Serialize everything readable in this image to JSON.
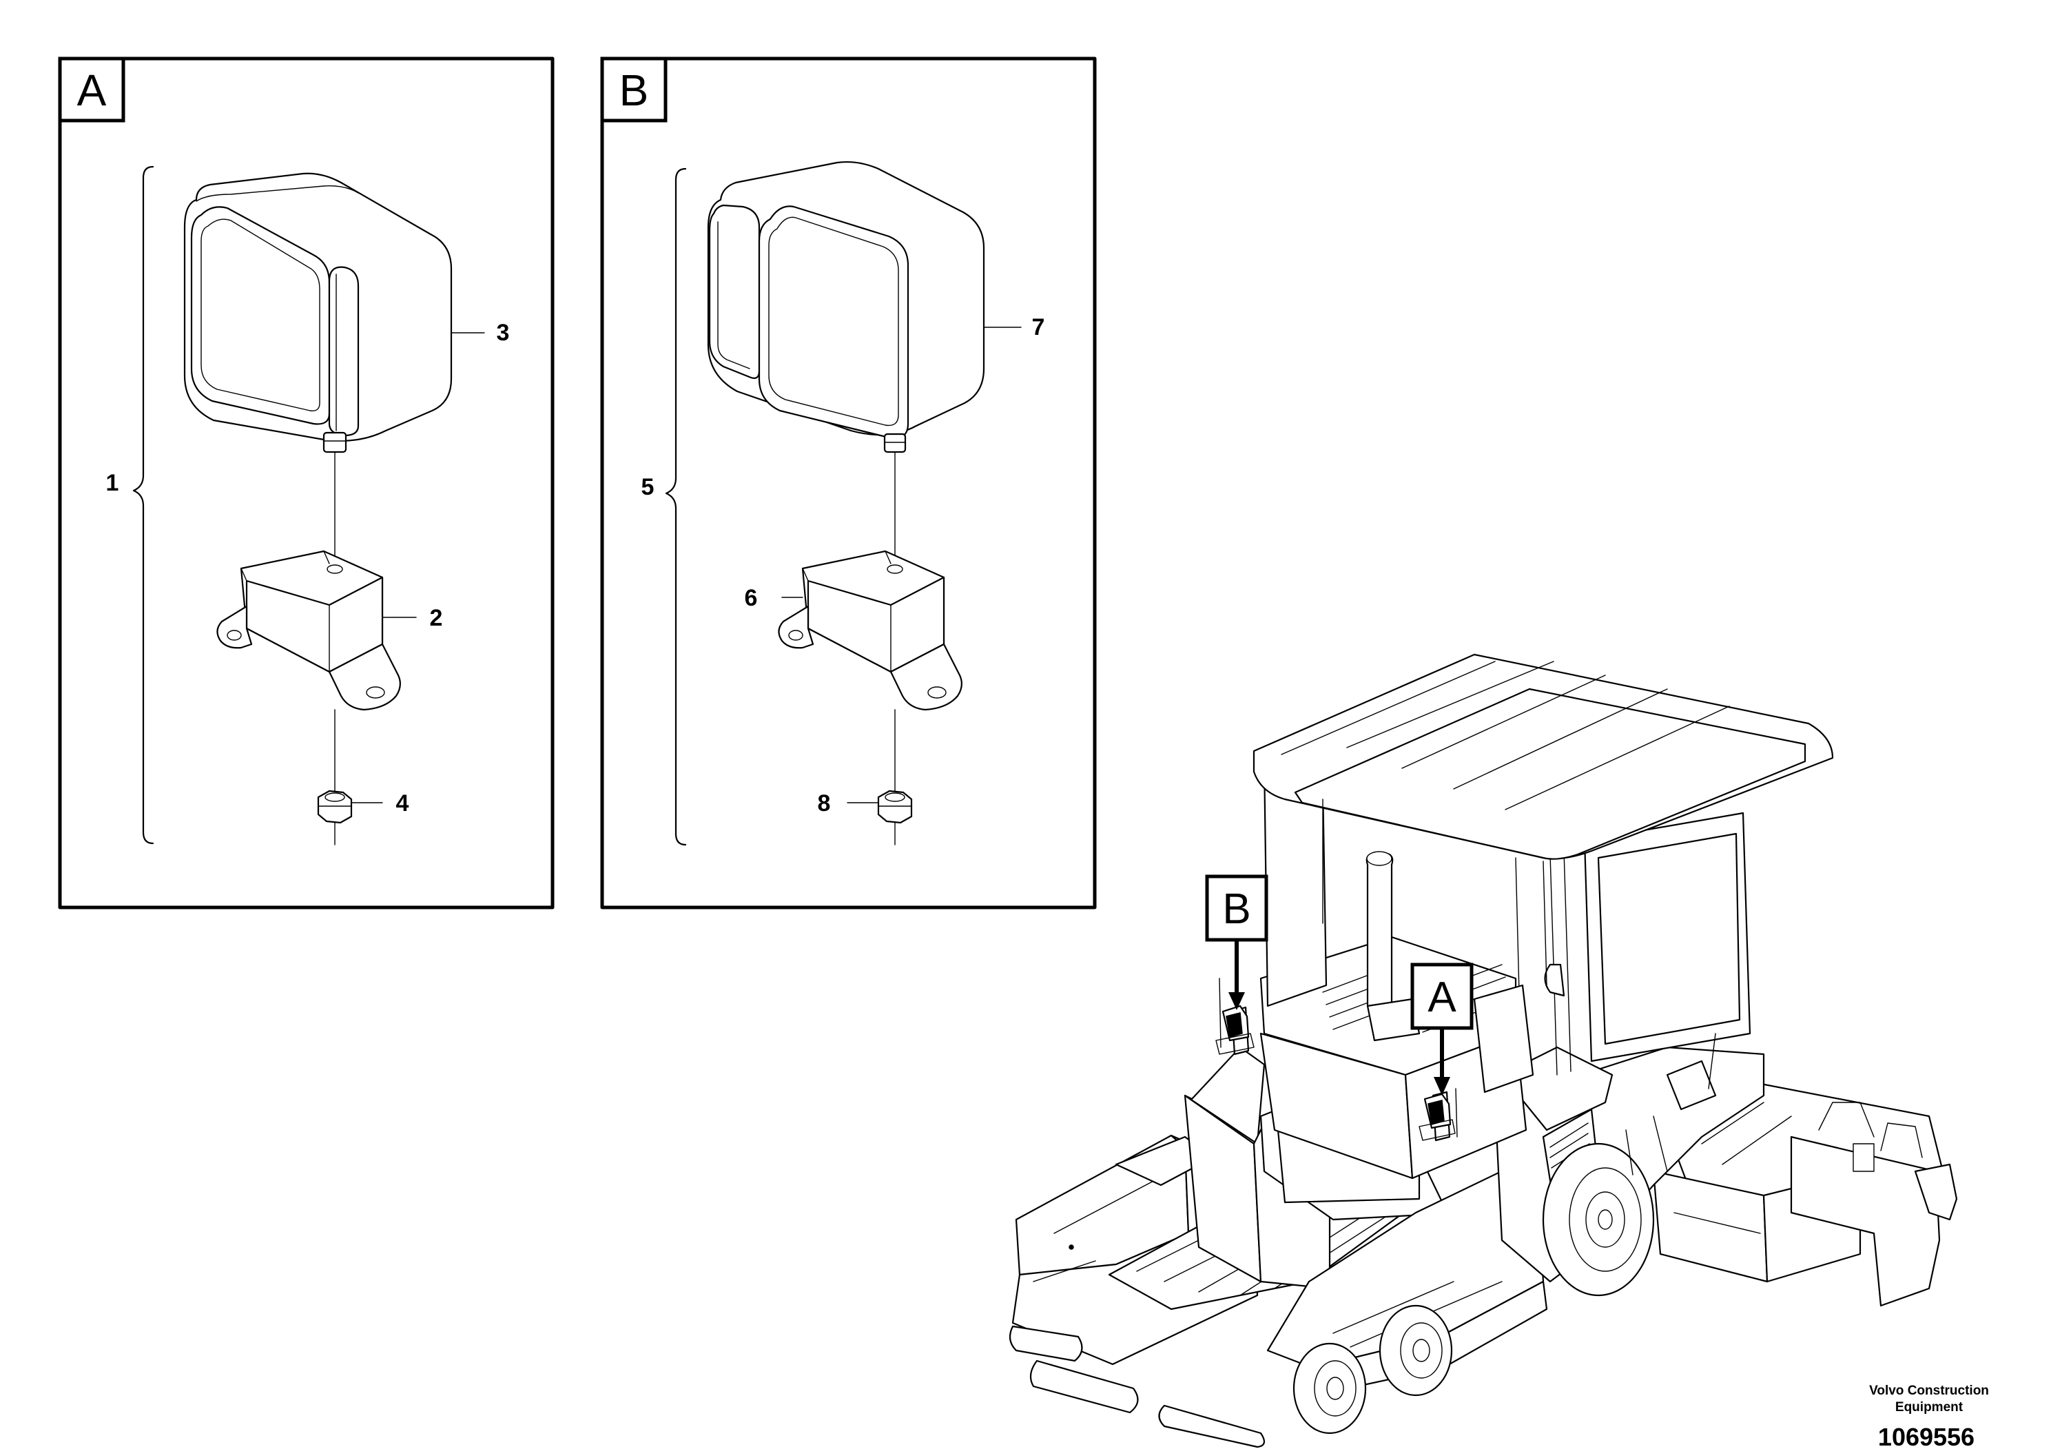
{
  "panels": {
    "a": {
      "letter": "A",
      "callouts": [
        "1",
        "2",
        "3",
        "4"
      ]
    },
    "b": {
      "letter": "B",
      "callouts": [
        "5",
        "6",
        "7",
        "8"
      ]
    }
  },
  "machine": {
    "tags": [
      "B",
      "A"
    ]
  },
  "footer": {
    "credit_line1": "Volvo Construction",
    "credit_line2": "Equipment",
    "doc_number": "1069556"
  }
}
